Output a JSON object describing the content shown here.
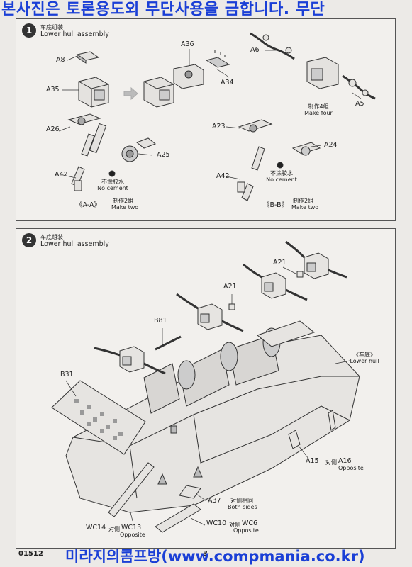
{
  "watermark": {
    "top": "본사진은 토론용도외 무단사용을 금합니다. 무단",
    "bottom": "미라지의콤프방(www.compmania.co.kr)"
  },
  "page": {
    "code": "01512",
    "number": "3"
  },
  "step1": {
    "number": "1",
    "title_cn": "车底组装",
    "title_en": "Lower hull assembly",
    "labels": {
      "a8": "A8",
      "a36": "A36",
      "a35": "A35",
      "a34": "A34",
      "a6": "A6",
      "a5": "A5",
      "make_four_cn": "制作4组",
      "make_four_en": "Make four",
      "a26": "A26",
      "a25": "A25",
      "a42_left": "A42",
      "no_cement_cn_left": "不涂胶水",
      "no_cement_en_left": "No cement",
      "a23": "A23",
      "a24": "A24",
      "a42_right": "A42",
      "no_cement_cn_right": "不涂胶水",
      "no_cement_en_right": "No cement",
      "aa": "《A-A》",
      "make_two_cn_left": "制作2组",
      "make_two_en_left": "Make two",
      "bb": "《B-B》",
      "make_two_cn_right": "制作2组",
      "make_two_en_right": "Make two"
    }
  },
  "step2": {
    "number": "2",
    "title_cn": "车底组装",
    "title_en": "Lower hull assembly",
    "labels": {
      "a21_top": "A21",
      "a21_mid": "A21",
      "b81": "B81",
      "b31": "B31",
      "lower_hull_cn": "《车底》",
      "lower_hull_en": "Lower hull",
      "a15": "A15",
      "opp_cn_a": "对侧",
      "a16": "A16",
      "opposite_a": "Opposite",
      "a37": "A37",
      "both_cn": "对侧相同",
      "both_sides": "Both sides",
      "wc14": "WC14",
      "opp_cn_b": "对侧",
      "wc13": "WC13",
      "opposite_b": "Opposite",
      "wc10": "WC10",
      "opp_cn_c": "对侧",
      "wc6": "WC6",
      "opposite_c": "Opposite"
    }
  }
}
